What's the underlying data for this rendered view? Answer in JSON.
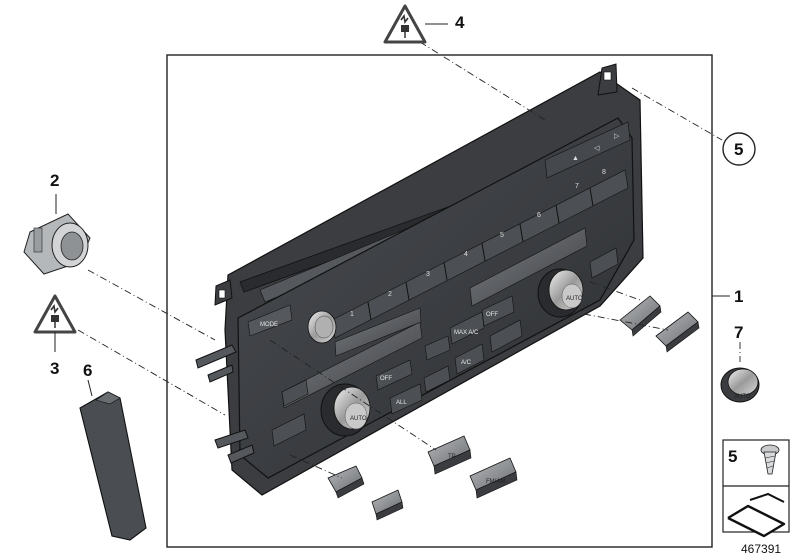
{
  "diagram": {
    "doc_number": "467391",
    "callouts": {
      "c1": "1",
      "c2": "2",
      "c3": "3",
      "c4": "4",
      "c5": "5",
      "c6": "6",
      "c7": "7",
      "legend5": "5"
    },
    "panel_labels": {
      "mode": "MODE",
      "auto_left": "AUTO",
      "auto_right": "AUTO",
      "auto_knob": "AUTO",
      "all": "ALL",
      "off_left": "OFF",
      "off_right": "OFF",
      "max_ac": "MAX A/C",
      "ac": "A/C",
      "tp": "TP",
      "fm_am": "FM/AM"
    },
    "preset_digits": [
      "1",
      "2",
      "3",
      "4",
      "5",
      "6",
      "7",
      "8"
    ]
  }
}
